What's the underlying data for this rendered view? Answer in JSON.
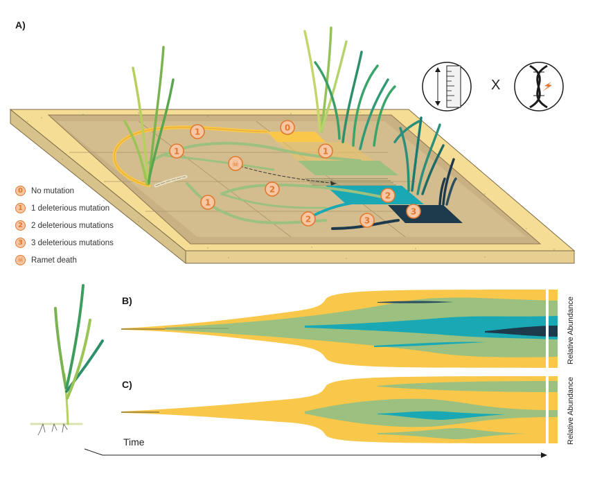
{
  "panels": {
    "a": "A)",
    "b": "B)",
    "c": "C)"
  },
  "legend": [
    {
      "badge": "0",
      "text": "No mutation"
    },
    {
      "badge": "1",
      "text": "1 deleterious mutation"
    },
    {
      "badge": "2",
      "text": "2 deleterious mutations"
    },
    {
      "badge": "3",
      "text": "3 deleterious mutations"
    },
    {
      "badge": "☠",
      "text": "Ramet death"
    }
  ],
  "axes": {
    "time": "Time",
    "relative_abundance": "Relative Abundance"
  },
  "multiply_sign": "X",
  "colors": {
    "no_mutation": "#f9c84a",
    "one_mutation": "#9cc07f",
    "two_mutations": "#1aa9b4",
    "three_mutations": "#1c3a4c",
    "badge_orange": "#e2782f",
    "soil": "#c9b184",
    "frame": "#f6dd96"
  },
  "icons": [
    "ruler-icon",
    "dna-mutation-icon",
    "skull-icon"
  ]
}
